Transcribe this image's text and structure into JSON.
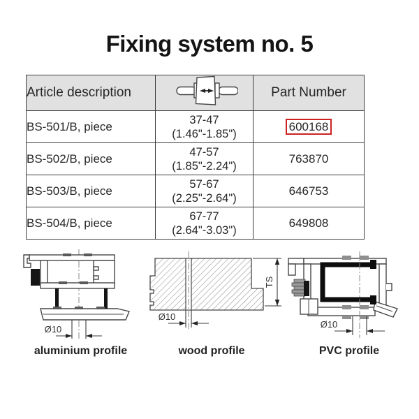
{
  "page": {
    "title": "Fixing system no. 5"
  },
  "colors": {
    "highlight_box": "#cc2222",
    "header_bg": "#e1e1e1",
    "table_border": "#3d3d3d",
    "line_work": "#474747"
  },
  "table": {
    "headers": {
      "article": "Article description",
      "part": "Part Number",
      "size_icon": "part-width-range-icon"
    },
    "rows": [
      {
        "article": "BS-501/B, piece",
        "range_mm": "37-47",
        "range_in": "(1.46\"-1.85\")",
        "part": "600168",
        "highlighted": true
      },
      {
        "article": "BS-502/B, piece",
        "range_mm": "47-57",
        "range_in": "(1.85\"-2.24\")",
        "part": "763870",
        "highlighted": false
      },
      {
        "article": "BS-503/B, piece",
        "range_mm": "57-67",
        "range_in": "(2.25\"-2.64\")",
        "part": "646753",
        "highlighted": false
      },
      {
        "article": "BS-504/B, piece",
        "range_mm": "67-77",
        "range_in": "(2.64\"-3.03\")",
        "part": "649808",
        "highlighted": false
      }
    ]
  },
  "diagrams": [
    {
      "id": "aluminium",
      "caption": "aluminium profile",
      "dim_label": "Ø10"
    },
    {
      "id": "wood",
      "caption": "wood profile",
      "dim_label": "Ø10",
      "thickness_label": "TS"
    },
    {
      "id": "pvc",
      "caption": "PVC profile",
      "dim_label": "Ø10"
    }
  ]
}
